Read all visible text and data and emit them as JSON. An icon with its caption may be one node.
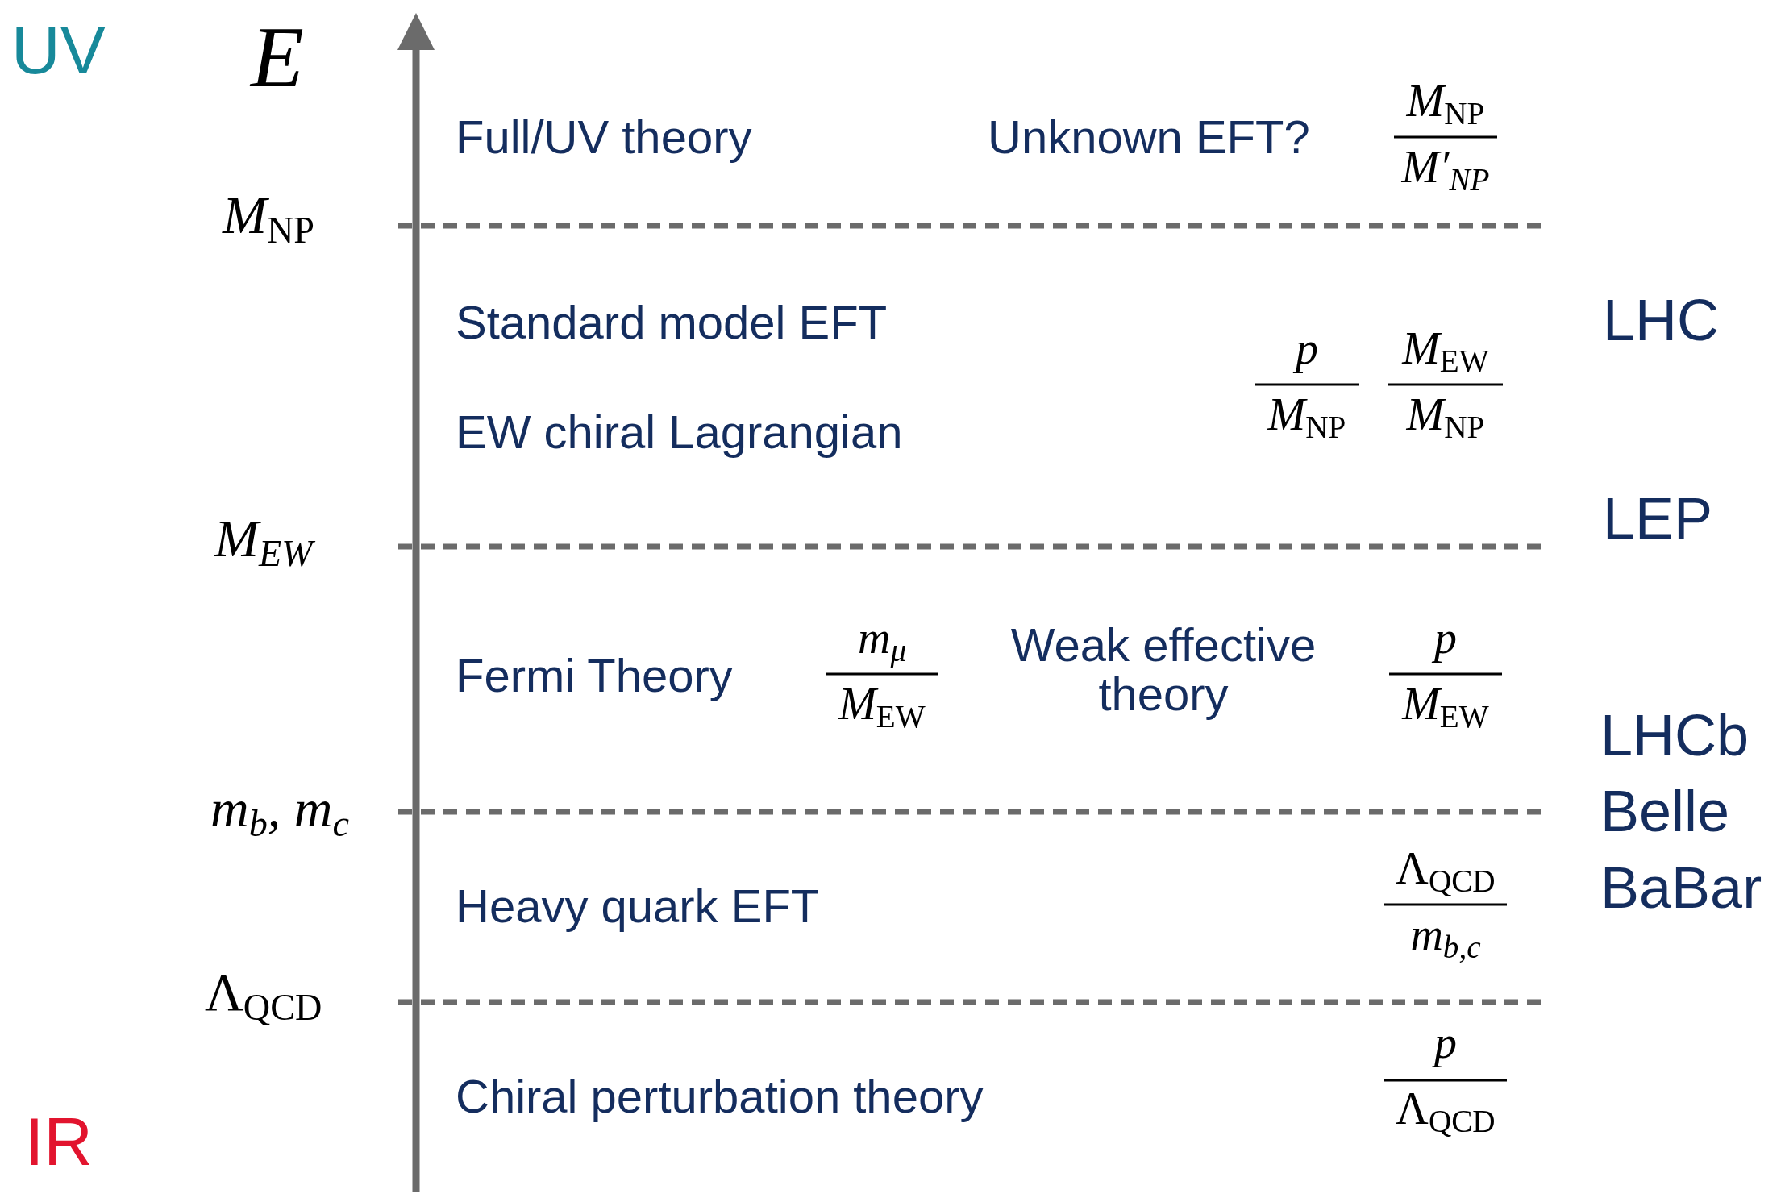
{
  "diagram": {
    "labels": [
      "UV",
      "E",
      "Full/UV theory",
      "Unknown EFT?",
      "M$_{NP}$",
      "M′$_{NP}$",
      "M$_{NP}$",
      "Standard model EFT",
      "LHC",
      "p",
      "M$_{EW}$",
      "EW chiral Lagrangian",
      "M$_{NP}$",
      "M$_{NP}$",
      "M$_{EW}$",
      "LEP",
      "Fermi Theory",
      "m$_{μ}$",
      "M$_{EW}$",
      "Weak effective theory",
      "p",
      "M$_{EW}$",
      "LHCb",
      "m$_{b}$, m$_{c}$",
      "Belle",
      "Heavy quark EFT",
      "Λ$_{QCD}$",
      "m$_{b,c}$",
      "BaBar",
      "Λ$_{QCD}$",
      "Chiral perturbation theory",
      "p",
      "Λ$_{QCD}$",
      "IR"
    ]
  }
}
